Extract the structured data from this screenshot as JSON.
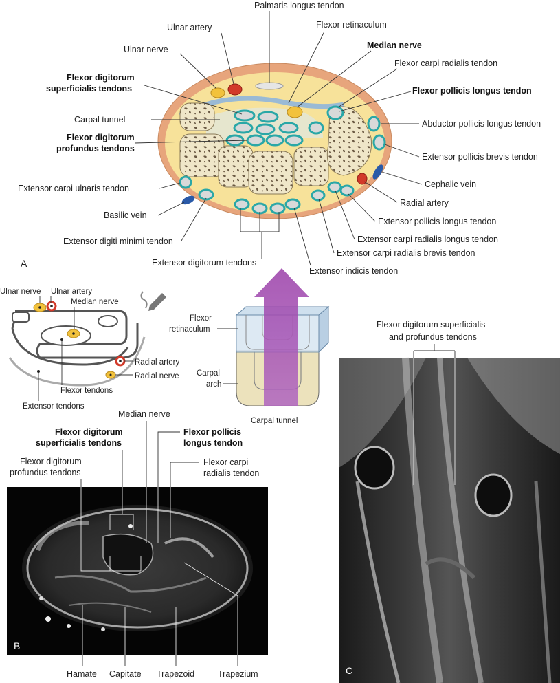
{
  "panel_a": {
    "panel_letter": "A",
    "labels": {
      "palmaris_longus": "Palmaris longus tendon",
      "ulnar_artery": "Ulnar artery",
      "flexor_retinaculum": "Flexor retinaculum",
      "ulnar_nerve": "Ulnar nerve",
      "median_nerve": "Median nerve",
      "fcr": "Flexor carpi radialis tendon",
      "fds_1": "Flexor digitorum",
      "fds_2": "superficialis tendons",
      "fpl": "Flexor pollicis longus tendon",
      "carpal_tunnel": "Carpal tunnel",
      "apl": "Abductor pollicis longus tendon",
      "fdp_1": "Flexor digitorum",
      "fdp_2": "profundus tendons",
      "epb": "Extensor pollicis brevis tendon",
      "ecu": "Extensor carpi ulnaris tendon",
      "cephalic_vein": "Cephalic vein",
      "radial_artery": "Radial artery",
      "basilic_vein": "Basilic vein",
      "epl": "Extensor pollicis longus tendon",
      "edm": "Extensor digiti minimi tendon",
      "ecrl": "Extensor carpi radialis longus tendon",
      "ecrb": "Extensor carpi radialis brevis tendon",
      "ed": "Extensor digitorum tendons",
      "ei": "Extensor indicis tendon"
    }
  },
  "schematic": {
    "ulnar_nerve": "Ulnar nerve",
    "ulnar_artery": "Ulnar artery",
    "median_nerve": "Median nerve",
    "radial_artery": "Radial artery",
    "radial_nerve": "Radial nerve",
    "flexor_tendons": "Flexor tendons",
    "extensor_tendons": "Extensor tendons",
    "pencil_icon": "pencil-icon"
  },
  "tunnel": {
    "flexor_1": "Flexor",
    "flexor_2": "retinaculum",
    "carpal_1": "Carpal",
    "carpal_2": "arch",
    "carpal_tunnel": "Carpal tunnel"
  },
  "panel_b": {
    "panel_letter": "B",
    "labels": {
      "median_nerve": "Median nerve",
      "fds_1": "Flexor digitorum",
      "fds_2": "superficialis tendons",
      "fpl_1": "Flexor pollicis",
      "fpl_2": "longus tendon",
      "fdp_1": "Flexor digitorum",
      "fdp_2": "profundus tendons",
      "fcr_1": "Flexor carpi",
      "fcr_2": "radialis tendon",
      "hamate": "Hamate",
      "capitate": "Capitate",
      "trapezoid": "Trapezoid",
      "trapezium": "Trapezium"
    }
  },
  "panel_c": {
    "panel_letter": "C",
    "label_1": "Flexor digitorum superficialis",
    "label_2": "and profundus tendons"
  },
  "colors": {
    "skin": "#e7a57c",
    "fat": "#f7e29a",
    "bone": "#efe6c8",
    "tendon_sheath": "#2aa7a7",
    "artery": "#d23a2a",
    "nerve": "#f2c23c",
    "vein": "#2a5aa8",
    "arrow": "#9a3ea8"
  }
}
